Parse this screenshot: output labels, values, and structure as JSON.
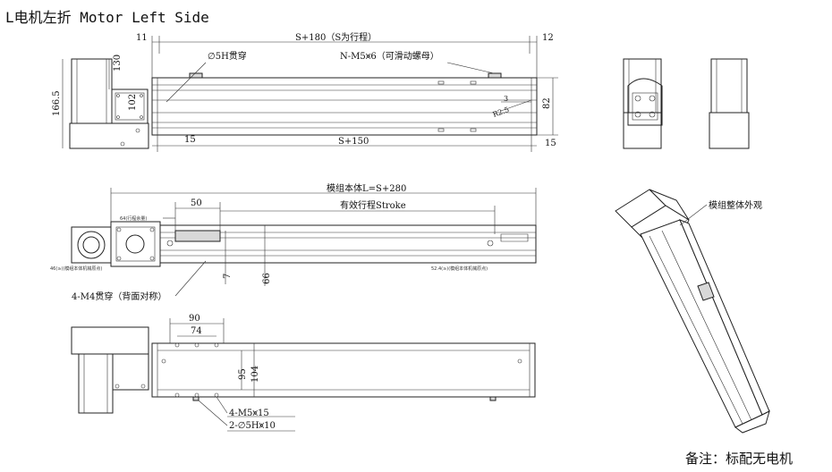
{
  "title": "L电机左折 Motor Left Side",
  "front_view": {
    "dim_top_left": "11",
    "dim_top_center": "S+180（S为行程）",
    "dim_top_right": "12",
    "hole_note_left": "∅5H贯穿",
    "hole_note_right": "N-M5⩙6（可滑动螺母）",
    "dim_height": "166.5",
    "dim_130": "130",
    "dim_102": "102",
    "dim_82": "82",
    "dim_bottom_left": "15",
    "dim_bottom_center": "S+150",
    "dim_bottom_right": "15",
    "mini_3": "3",
    "mini_angle": "R2.5"
  },
  "top_view": {
    "dim_total": "模组本体L=S+280",
    "dim_50": "50",
    "dim_stroke": "有效行程Stroke",
    "dim_7": "7",
    "dim_66": "66",
    "tiny_label_top": "64(行程余量)",
    "tiny_label_left": "46(≥)(模组本体机械原点)",
    "tiny_label_right": "52.4(≥)(模组本体机械原点)",
    "note_m4": "4-M4贯穿（背面对称）"
  },
  "bottom_view": {
    "dim_90": "90",
    "dim_74": "74",
    "dim_95": "95",
    "dim_104": "104",
    "note_m5": "4-M5⩙15",
    "note_hole": "2-∅5H⩙10"
  },
  "iso_view": {
    "label": "模组整体外观"
  },
  "footer_note": "备注：标配无电机"
}
